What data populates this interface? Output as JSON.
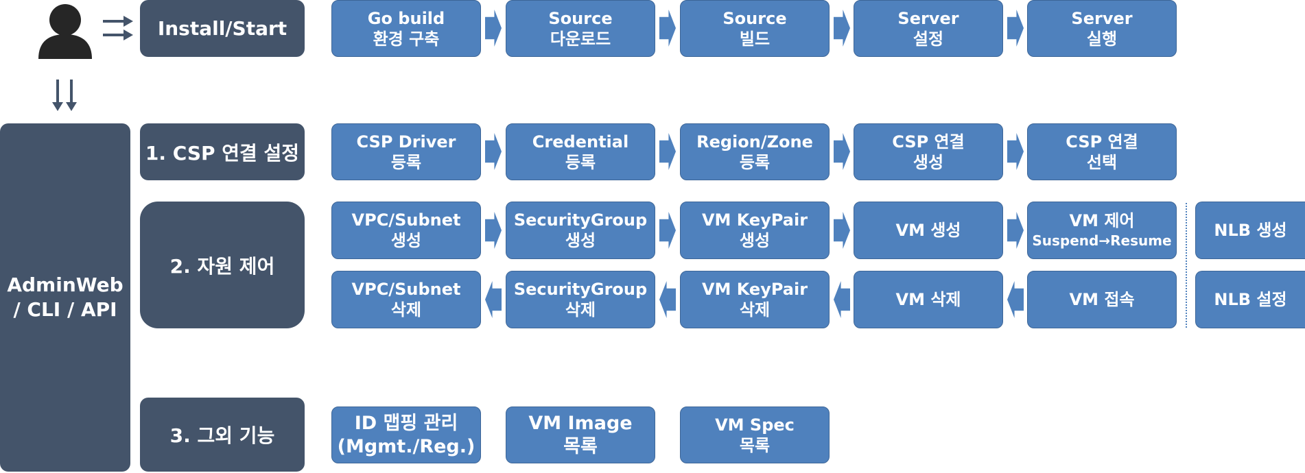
{
  "colors": {
    "dark": "#44546a",
    "step": "#4f81bd",
    "step_border": "#3c6597",
    "arrow": "#44546a"
  },
  "icons": {
    "user": "person-icon",
    "right": "double-right-arrow-icon",
    "down": "double-down-arrow-icon"
  },
  "sidebar": {
    "line1": "AdminWeb",
    "line2": "/ CLI / API"
  },
  "install": {
    "label": "Install/Start",
    "steps": [
      {
        "l1": "Go build",
        "l2": "환경 구축"
      },
      {
        "l1": "Source",
        "l2": "다운로드"
      },
      {
        "l1": "Source",
        "l2": "빌드"
      },
      {
        "l1": "Server",
        "l2": "설정"
      },
      {
        "l1": "Server",
        "l2": "실행"
      }
    ]
  },
  "csp": {
    "label": "1. CSP 연결 설정",
    "steps": [
      {
        "l1": "CSP Driver",
        "l2": "등록"
      },
      {
        "l1": "Credential",
        "l2": "등록"
      },
      {
        "l1": "Region/Zone",
        "l2": "등록"
      },
      {
        "l1": "CSP 연결",
        "l2": "생성"
      },
      {
        "l1": "CSP 연결",
        "l2": "선택"
      }
    ]
  },
  "resource": {
    "label": "2. 자원 제어",
    "create_steps": [
      {
        "l1": "VPC/Subnet",
        "l2": "생성"
      },
      {
        "l1": "SecurityGroup",
        "l2": "생성"
      },
      {
        "l1": "VM KeyPair",
        "l2": "생성"
      },
      {
        "l1": "VM 생성"
      },
      {
        "l1": "VM 제어",
        "l2": "Suspend→Resume"
      }
    ],
    "delete_steps": [
      {
        "l1": "VPC/Subnet",
        "l2": "삭제"
      },
      {
        "l1": "SecurityGroup",
        "l2": "삭제"
      },
      {
        "l1": "VM KeyPair",
        "l2": "삭제"
      },
      {
        "l1": "VM 삭제"
      },
      {
        "l1": "VM 접속"
      }
    ],
    "nlb": [
      "NLB 생성",
      "NLB 설정"
    ]
  },
  "other": {
    "label": "3. 그외 기능",
    "steps": [
      {
        "l1": "ID 맵핑 관리",
        "l2": "(Mgmt./Reg.)"
      },
      {
        "l1": "VM Image",
        "l2": "목록"
      },
      {
        "l1": "VM Spec",
        "l2": "목록"
      }
    ]
  }
}
